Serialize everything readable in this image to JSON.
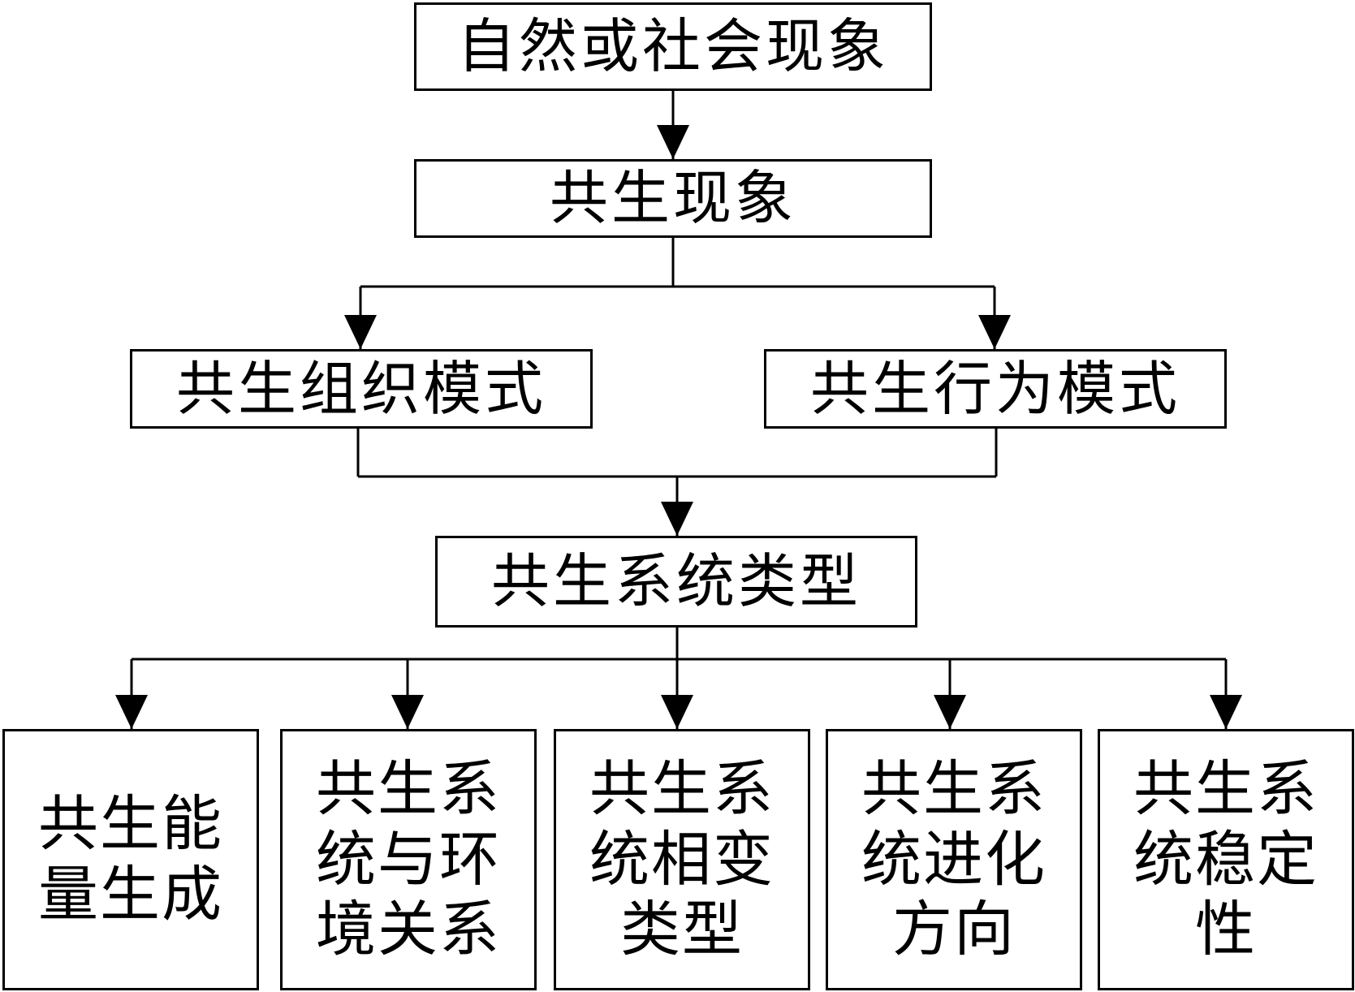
{
  "diagram": {
    "type": "flowchart",
    "nodes": {
      "phenomena": "自然或社会现象",
      "symbiosis_phenomenon": "共生现象",
      "organization_mode": "共生组织模式",
      "behavior_mode": "共生行为模式",
      "system_types": "共生系统类型",
      "energy_generation": "共生能\n量生成",
      "system_environment": "共生系\n统与环\n境关系",
      "system_phase_change": "共生系\n统相变\n类型",
      "system_evolution": "共生系\n统进化\n方向",
      "system_stability": "共生系\n统稳定\n性"
    },
    "edges": [
      [
        "phenomena",
        "symbiosis_phenomenon"
      ],
      [
        "symbiosis_phenomenon",
        "organization_mode"
      ],
      [
        "symbiosis_phenomenon",
        "behavior_mode"
      ],
      [
        "organization_mode",
        "system_types"
      ],
      [
        "behavior_mode",
        "system_types"
      ],
      [
        "system_types",
        "energy_generation"
      ],
      [
        "system_types",
        "system_environment"
      ],
      [
        "system_types",
        "system_phase_change"
      ],
      [
        "system_types",
        "system_evolution"
      ],
      [
        "system_types",
        "system_stability"
      ]
    ]
  }
}
